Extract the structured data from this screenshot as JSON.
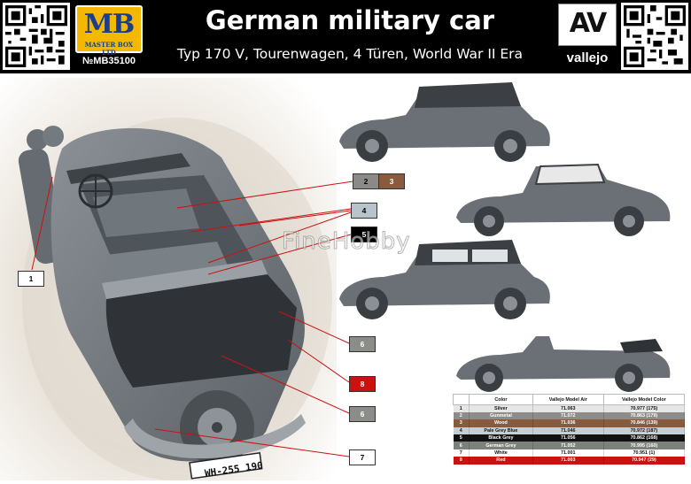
{
  "header": {
    "title": "German military car",
    "subtitle": "Typ 170 V, Tourenwagen, 4 Türen, World War II Era",
    "manufacturer_logo": "MB",
    "manufacturer_sub": "MASTER BOX LTD",
    "product_code": "№MB35100",
    "paint_logo": "AV",
    "paint_brand": "vallejo"
  },
  "watermark": "FineHobby",
  "callouts": [
    {
      "id": "c1",
      "label": "1",
      "color": "#ffffff"
    },
    {
      "id": "c2",
      "label": "2",
      "color": "#8a8a88"
    },
    {
      "id": "c3",
      "label": "3",
      "color": "#8a5a3c"
    },
    {
      "id": "c4",
      "label": "4",
      "color": "#b8c4cc"
    },
    {
      "id": "c5",
      "label": "5",
      "color": "#000000"
    },
    {
      "id": "c6a",
      "label": "6",
      "color": "#8a8d88"
    },
    {
      "id": "c8",
      "label": "8",
      "color": "#cc1111"
    },
    {
      "id": "c6b",
      "label": "6",
      "color": "#8a8d88"
    },
    {
      "id": "c7",
      "label": "7",
      "color": "#ffffff"
    }
  ],
  "color_table": {
    "headers": [
      "Color",
      "Vallejo Model Air",
      "Vallejo Model Color"
    ],
    "rows": [
      {
        "num": "1",
        "name": "Silver",
        "air": "71.063",
        "model": "70.977 (175)",
        "bg": "#e6e6e6",
        "fg": "#111111"
      },
      {
        "num": "2",
        "name": "Gunmetal",
        "air": "71.072",
        "model": "70.863 (179)",
        "bg": "#8c8c8a",
        "fg": "#ffffff"
      },
      {
        "num": "3",
        "name": "Wood",
        "air": "71.036",
        "model": "70.846 (139)",
        "bg": "#8a5a3c",
        "fg": "#ffffff"
      },
      {
        "num": "4",
        "name": "Pale Grey Blue",
        "air": "71.046",
        "model": "70.972 (187)",
        "bg": "#c6cfd6",
        "fg": "#111111"
      },
      {
        "num": "5",
        "name": "Black Grey",
        "air": "71.056",
        "model": "70.862 (168)",
        "bg": "#111111",
        "fg": "#ffffff"
      },
      {
        "num": "6",
        "name": "German Grey",
        "air": "71.052",
        "model": "70.995 (160)",
        "bg": "#7d817c",
        "fg": "#ffffff"
      },
      {
        "num": "7",
        "name": "White",
        "air": "71.001",
        "model": "70.951 (1)",
        "bg": "#ffffff",
        "fg": "#111111"
      },
      {
        "num": "8",
        "name": "Red",
        "air": "71.003",
        "model": "70.947 (29)",
        "bg": "#cc1111",
        "fg": "#ffffff"
      }
    ]
  },
  "license_plate": "WH-255 190",
  "icons": [
    "qr-code-icon",
    "mb-logo",
    "vallejo-logo",
    "car-topdown-illustration",
    "car-side-profile"
  ],
  "colors": {
    "header_bg": "#000000",
    "car_grey": "#6a7075",
    "callout_line": "#cc1111"
  }
}
